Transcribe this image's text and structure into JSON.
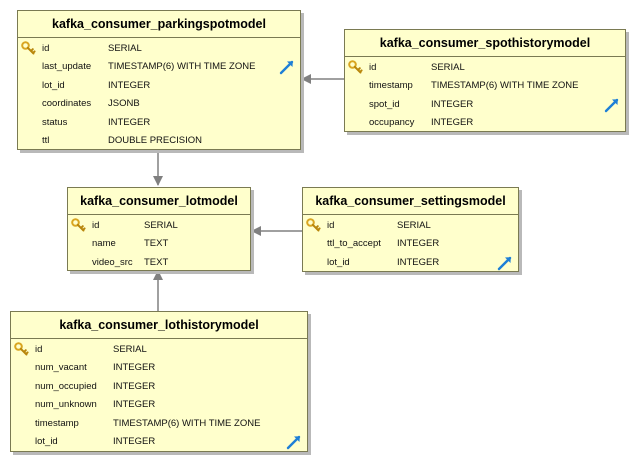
{
  "tables": {
    "parkingspot": {
      "name": "kafka_consumer_parkingspotmodel",
      "columns": [
        {
          "name": "id",
          "type": "SERIAL",
          "pk": true
        },
        {
          "name": "last_update",
          "type": "TIMESTAMP(6) WITH TIME ZONE"
        },
        {
          "name": "lot_id",
          "type": "INTEGER"
        },
        {
          "name": "coordinates",
          "type": "JSONB"
        },
        {
          "name": "status",
          "type": "INTEGER"
        },
        {
          "name": "ttl",
          "type": "DOUBLE PRECISION"
        }
      ]
    },
    "spothistory": {
      "name": "kafka_consumer_spothistorymodel",
      "columns": [
        {
          "name": "id",
          "type": "SERIAL",
          "pk": true
        },
        {
          "name": "timestamp",
          "type": "TIMESTAMP(6) WITH TIME ZONE"
        },
        {
          "name": "spot_id",
          "type": "INTEGER"
        },
        {
          "name": "occupancy",
          "type": "INTEGER"
        }
      ]
    },
    "lot": {
      "name": "kafka_consumer_lotmodel",
      "columns": [
        {
          "name": "id",
          "type": "SERIAL",
          "pk": true
        },
        {
          "name": "name",
          "type": "TEXT"
        },
        {
          "name": "video_src",
          "type": "TEXT"
        }
      ]
    },
    "settings": {
      "name": "kafka_consumer_settingsmodel",
      "columns": [
        {
          "name": "id",
          "type": "SERIAL",
          "pk": true
        },
        {
          "name": "ttl_to_accept",
          "type": "INTEGER"
        },
        {
          "name": "lot_id",
          "type": "INTEGER"
        }
      ]
    },
    "lothistory": {
      "name": "kafka_consumer_lothistorymodel",
      "columns": [
        {
          "name": "id",
          "type": "SERIAL",
          "pk": true
        },
        {
          "name": "num_vacant",
          "type": "INTEGER"
        },
        {
          "name": "num_occupied",
          "type": "INTEGER"
        },
        {
          "name": "num_unknown",
          "type": "INTEGER"
        },
        {
          "name": "timestamp",
          "type": "TIMESTAMP(6) WITH TIME ZONE"
        },
        {
          "name": "lot_id",
          "type": "INTEGER"
        }
      ]
    }
  },
  "relationships": [
    {
      "from": "spothistory",
      "to": "parkingspot"
    },
    {
      "from": "parkingspot",
      "to": "lot"
    },
    {
      "from": "settings",
      "to": "lot"
    },
    {
      "from": "lothistory",
      "to": "lot"
    }
  ],
  "icons": {
    "primary_key": "key-icon",
    "foreign_key": "link-arrow-icon"
  },
  "colors": {
    "table_fill": "#ffffcc",
    "table_border": "#7a7a52",
    "connector": "#808080",
    "link_icon": "#1e7fd6",
    "key_icon": "#d9a520"
  }
}
